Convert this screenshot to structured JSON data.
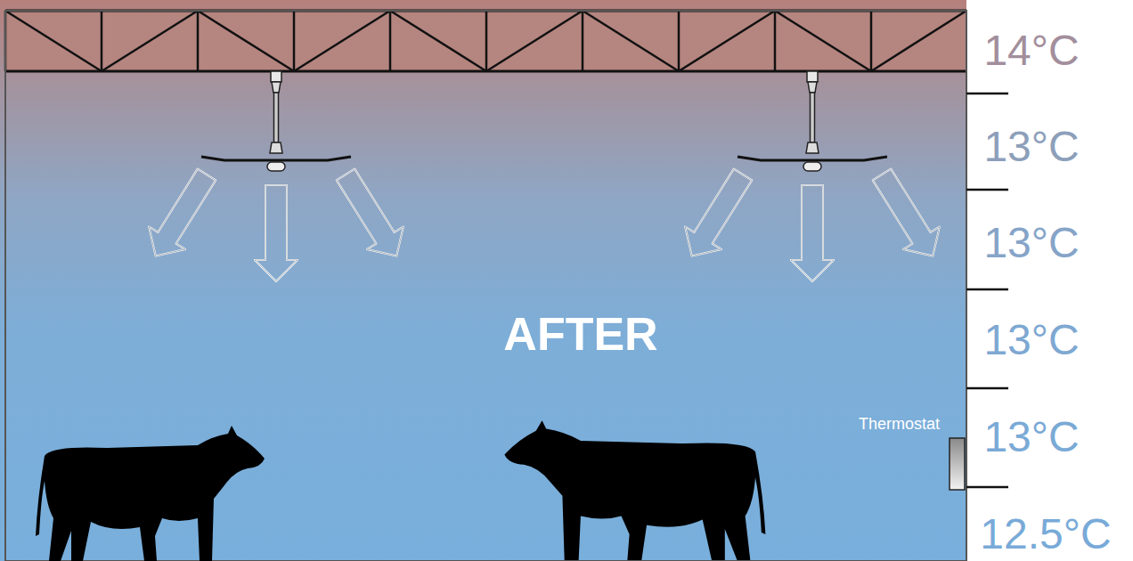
{
  "diagram": {
    "title": "AFTER",
    "labels": [
      "14°C",
      "13°C",
      "13°C",
      "13°C",
      "13°C",
      "12.5°C",
      "Thermostat"
    ]
  }
}
